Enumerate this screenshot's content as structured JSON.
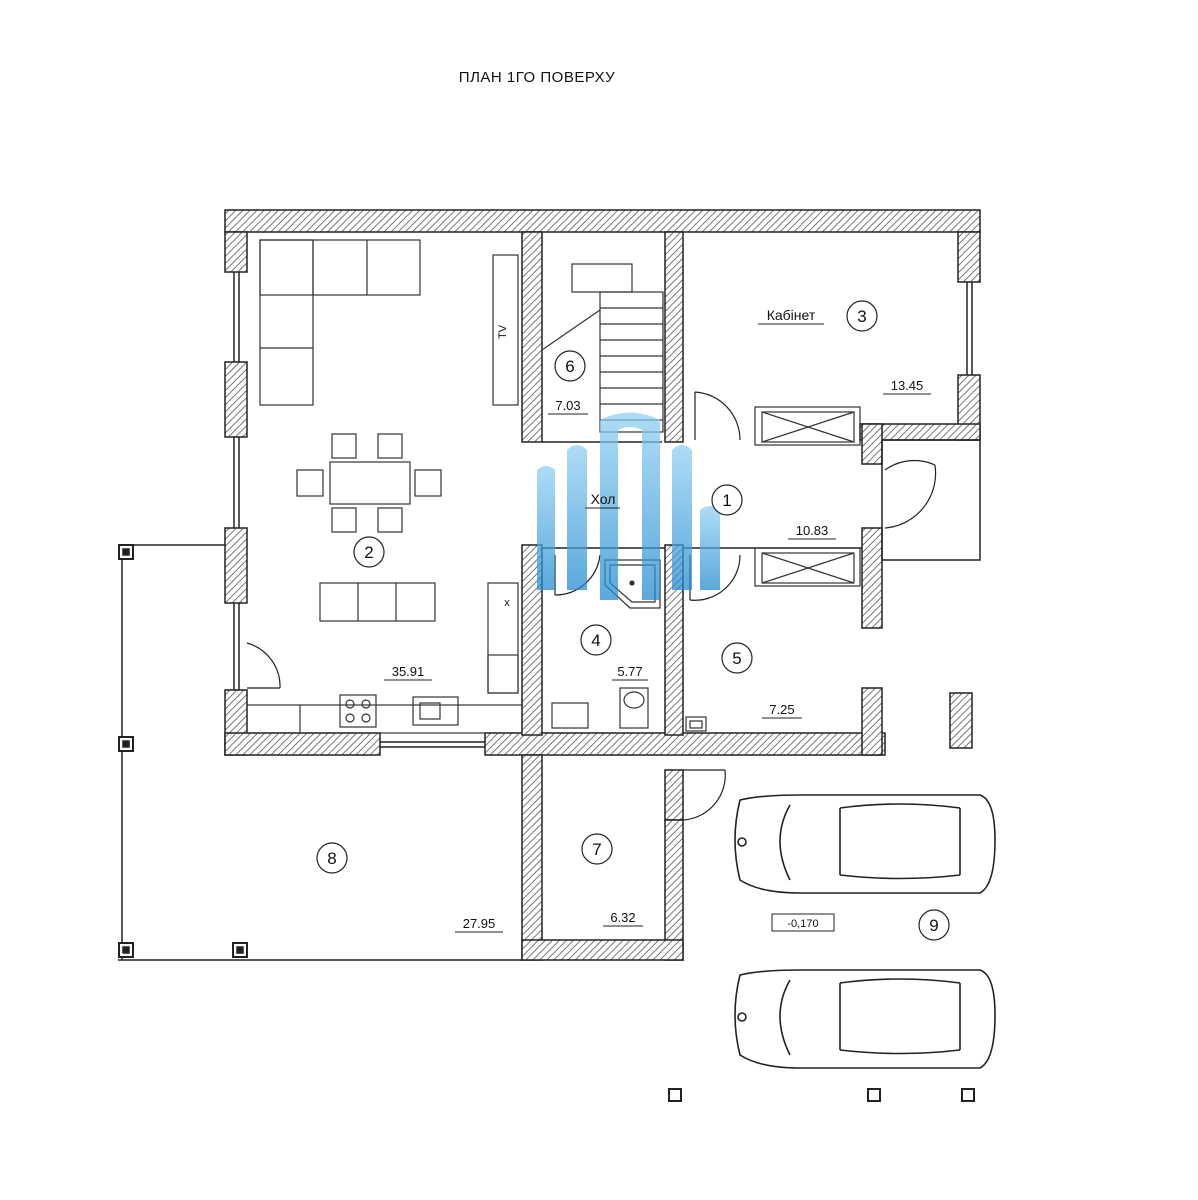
{
  "title": "ПЛАН 1ГО ПОВЕРХУ",
  "rooms": [
    {
      "number": "1",
      "name": "Хол",
      "area": "10.83"
    },
    {
      "number": "2",
      "name": "",
      "area": "35.91"
    },
    {
      "number": "3",
      "name": "Кабінет",
      "area": "13.45"
    },
    {
      "number": "4",
      "name": "",
      "area": "5.77"
    },
    {
      "number": "5",
      "name": "",
      "area": "7.25"
    },
    {
      "number": "6",
      "name": "",
      "area": "7.03"
    },
    {
      "number": "7",
      "name": "",
      "area": "6.32"
    },
    {
      "number": "8",
      "name": "",
      "area": "27.95"
    },
    {
      "number": "9",
      "name": "",
      "area": ""
    }
  ],
  "labels": {
    "tv": "TV",
    "level_mark": "-0,170",
    "sink_mark": "x"
  },
  "colors": {
    "wall_hatch": "#777777",
    "line": "#222222",
    "watermark": "#2a9bd8"
  }
}
